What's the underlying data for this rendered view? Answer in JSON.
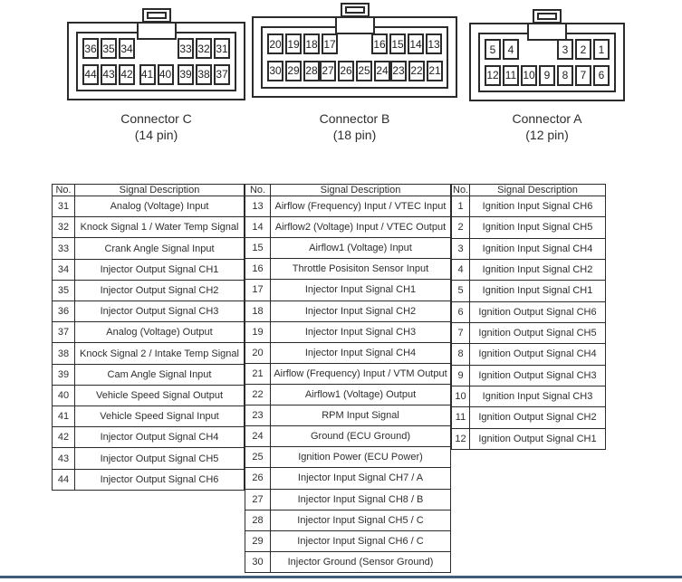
{
  "connectors": [
    {
      "id": "C",
      "title": "Connector C",
      "subtitle": "(14 pin)",
      "pin_rows": [
        [
          [
            "36",
            "35",
            "34"
          ],
          [
            "33",
            "32",
            "31"
          ]
        ],
        [
          [
            "44",
            "43",
            "42"
          ],
          [
            "41",
            "40"
          ],
          [
            "39",
            "38",
            "37"
          ]
        ]
      ]
    },
    {
      "id": "B",
      "title": "Connector B",
      "subtitle": "(18 pin)",
      "pin_rows": [
        [
          [
            "20",
            "19",
            "18",
            "17"
          ],
          [
            "16",
            "15",
            "14",
            "13"
          ]
        ],
        [
          [
            "30",
            "29",
            "28"
          ],
          [
            "27",
            "26",
            "25",
            "24"
          ],
          [
            "23",
            "22",
            "21"
          ]
        ]
      ]
    },
    {
      "id": "A",
      "title": "Connector A",
      "subtitle": "(12 pin)",
      "pin_rows": [
        [
          [
            "5",
            "4"
          ],
          [
            "3",
            "2",
            "1"
          ]
        ],
        [
          [
            "12",
            "11"
          ],
          [
            "10",
            "9"
          ],
          [
            "8",
            "7",
            "6"
          ]
        ]
      ]
    }
  ],
  "tables": [
    {
      "connector": "C",
      "headers": {
        "no": "No.",
        "desc": "Signal Description"
      },
      "rows": [
        {
          "no": "31",
          "desc": "Analog (Voltage) Input"
        },
        {
          "no": "32",
          "desc": "Knock Signal 1 / Water Temp Signal"
        },
        {
          "no": "33",
          "desc": "Crank Angle Signal Input"
        },
        {
          "no": "34",
          "desc": "Injector Output Signal CH1"
        },
        {
          "no": "35",
          "desc": "Injector Output Signal CH2"
        },
        {
          "no": "36",
          "desc": "Injector Output Signal CH3"
        },
        {
          "no": "37",
          "desc": "Analog (Voltage) Output"
        },
        {
          "no": "38",
          "desc": "Knock Signal 2 / Intake Temp Signal"
        },
        {
          "no": "39",
          "desc": "Cam Angle Signal Input"
        },
        {
          "no": "40",
          "desc": "Vehicle Speed Signal Output"
        },
        {
          "no": "41",
          "desc": "Vehicle Speed Signal Input"
        },
        {
          "no": "42",
          "desc": "Injector Output Signal CH4"
        },
        {
          "no": "43",
          "desc": "Injector Output Signal CH5"
        },
        {
          "no": "44",
          "desc": "Injector Output Signal CH6"
        }
      ]
    },
    {
      "connector": "B",
      "headers": {
        "no": "No.",
        "desc": "Signal Description"
      },
      "rows": [
        {
          "no": "13",
          "desc": "Airflow (Frequency) Input / VTEC Input"
        },
        {
          "no": "14",
          "desc": "Airflow2 (Voltage) Input / VTEC Output"
        },
        {
          "no": "15",
          "desc": "Airflow1 (Voltage) Input"
        },
        {
          "no": "16",
          "desc": "Throttle Posisiton Sensor Input"
        },
        {
          "no": "17",
          "desc": "Injector Input Signal CH1"
        },
        {
          "no": "18",
          "desc": "Injector Input Signal CH2"
        },
        {
          "no": "19",
          "desc": "Injector Input Signal CH3"
        },
        {
          "no": "20",
          "desc": "Injector Input Signal CH4"
        },
        {
          "no": "21",
          "desc": "Airflow (Frequency) Input / VTM Output"
        },
        {
          "no": "22",
          "desc": "Airflow1 (Voltage) Output"
        },
        {
          "no": "23",
          "desc": "RPM Input Signal"
        },
        {
          "no": "24",
          "desc": "Ground (ECU Ground)"
        },
        {
          "no": "25",
          "desc": "Ignition Power (ECU Power)"
        },
        {
          "no": "26",
          "desc": "Injector Input Signal CH7 / A"
        },
        {
          "no": "27",
          "desc": "Injector Input Signal CH8 / B"
        },
        {
          "no": "28",
          "desc": "Injector Input Signal CH5 / C"
        },
        {
          "no": "29",
          "desc": "Injector Input Signal CH6 / C"
        },
        {
          "no": "30",
          "desc": "Injector Ground (Sensor Ground)"
        }
      ]
    },
    {
      "connector": "A",
      "headers": {
        "no": "No.",
        "desc": "Signal Description"
      },
      "rows": [
        {
          "no": "1",
          "desc": "Ignition Input Signal CH6"
        },
        {
          "no": "2",
          "desc": "Ignition Input Signal CH5"
        },
        {
          "no": "3",
          "desc": "Ignition Input Signal CH4"
        },
        {
          "no": "4",
          "desc": "Ignition Input Signal CH2"
        },
        {
          "no": "5",
          "desc": "Ignition Input Signal CH1"
        },
        {
          "no": "6",
          "desc": "Ignition Output Signal CH6"
        },
        {
          "no": "7",
          "desc": "Ignition Output Signal CH5"
        },
        {
          "no": "8",
          "desc": "Ignition Output Signal CH4"
        },
        {
          "no": "9",
          "desc": "Ignition Output Signal CH3"
        },
        {
          "no": "10",
          "desc": "Ignition Input Signal CH3"
        },
        {
          "no": "11",
          "desc": "Ignition Output Signal CH2"
        },
        {
          "no": "12",
          "desc": "Ignition Output Signal CH1"
        }
      ]
    }
  ],
  "colors": {
    "line": "#2b2b2b",
    "accent_bar": "#3f5c7a"
  }
}
